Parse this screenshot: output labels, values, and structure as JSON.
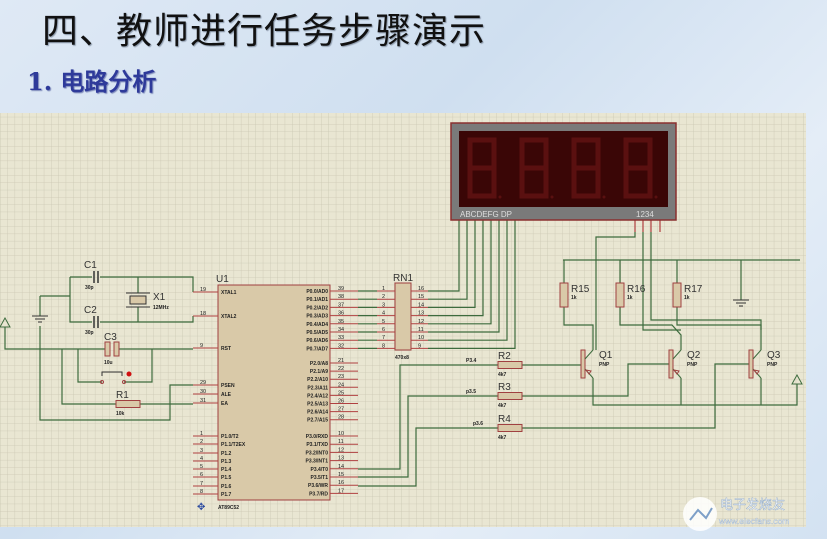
{
  "slide": {
    "title": "四、教师进行任务步骤演示",
    "subtitle": "1. 电路分析"
  },
  "colors": {
    "schematic_bg": "#e9e6d2",
    "grid": "#cbc7b3",
    "wire": "#3d6b3d",
    "pin": "#b04040",
    "component_fill": "#d9c9a8",
    "display_body": "#7a7a7a",
    "display_face": "#3a0606",
    "segment_off": "#5a1010",
    "subtitle": "#2e3a9a"
  },
  "mcu": {
    "ref": "U1",
    "part": "AT89C52",
    "left_pins": [
      {
        "num": "19",
        "name": "XTAL1"
      },
      {
        "num": "18",
        "name": "XTAL2"
      },
      {
        "num": "9",
        "name": "RST"
      },
      {
        "num": "29",
        "name": "PSEN"
      },
      {
        "num": "30",
        "name": "ALE"
      },
      {
        "num": "31",
        "name": "EA"
      },
      {
        "num": "1",
        "name": "P1.0/T2"
      },
      {
        "num": "2",
        "name": "P1.1/T2EX"
      },
      {
        "num": "3",
        "name": "P1.2"
      },
      {
        "num": "4",
        "name": "P1.3"
      },
      {
        "num": "5",
        "name": "P1.4"
      },
      {
        "num": "6",
        "name": "P1.5"
      },
      {
        "num": "7",
        "name": "P1.6"
      },
      {
        "num": "8",
        "name": "P1.7"
      }
    ],
    "right_pins": [
      {
        "num": "39",
        "name": "P0.0/AD0"
      },
      {
        "num": "38",
        "name": "P0.1/AD1"
      },
      {
        "num": "37",
        "name": "P0.2/AD2"
      },
      {
        "num": "36",
        "name": "P0.3/AD3"
      },
      {
        "num": "35",
        "name": "P0.4/AD4"
      },
      {
        "num": "34",
        "name": "P0.5/AD5"
      },
      {
        "num": "33",
        "name": "P0.6/AD6"
      },
      {
        "num": "32",
        "name": "P0.7/AD7"
      },
      {
        "num": "21",
        "name": "P2.0/A8"
      },
      {
        "num": "22",
        "name": "P2.1/A9"
      },
      {
        "num": "23",
        "name": "P2.2/A10"
      },
      {
        "num": "24",
        "name": "P2.3/A11"
      },
      {
        "num": "25",
        "name": "P2.4/A12"
      },
      {
        "num": "26",
        "name": "P2.5/A13"
      },
      {
        "num": "27",
        "name": "P2.6/A14"
      },
      {
        "num": "28",
        "name": "P2.7/A15"
      },
      {
        "num": "10",
        "name": "P3.0/RXD"
      },
      {
        "num": "11",
        "name": "P3.1/TXD"
      },
      {
        "num": "12",
        "name": "P3.2/INT0"
      },
      {
        "num": "13",
        "name": "P3.3/INT1"
      },
      {
        "num": "14",
        "name": "P3.4/T0"
      },
      {
        "num": "15",
        "name": "P3.5/T1"
      },
      {
        "num": "16",
        "name": "P3.6/WR"
      },
      {
        "num": "17",
        "name": "P3.7/RD"
      }
    ]
  },
  "resnet": {
    "ref": "RN1",
    "value": "470x8",
    "left_pins": [
      "1",
      "2",
      "3",
      "4",
      "5",
      "6",
      "7",
      "8"
    ],
    "right_pins": [
      "16",
      "15",
      "14",
      "13",
      "12",
      "11",
      "10",
      "9"
    ]
  },
  "display": {
    "segment_label": "ABCDEFG DP",
    "digit_label": "1234",
    "digits_shown": "8888"
  },
  "components": {
    "c1": {
      "ref": "C1",
      "value": "30p"
    },
    "c2": {
      "ref": "C2",
      "value": "30p"
    },
    "c3": {
      "ref": "C3",
      "value": "10u"
    },
    "x1": {
      "ref": "X1",
      "value": "12MHz"
    },
    "r1": {
      "ref": "R1",
      "value": "10k"
    },
    "r2": {
      "ref": "R2",
      "value": "4k7",
      "net": "P3.4"
    },
    "r3": {
      "ref": "R3",
      "value": "4k7",
      "net": "p3.5"
    },
    "r4": {
      "ref": "R4",
      "value": "4k7",
      "net": "p3.6"
    },
    "r15": {
      "ref": "R15",
      "value": "1k"
    },
    "r16": {
      "ref": "R16",
      "value": "1k"
    },
    "r17": {
      "ref": "R17",
      "value": "1k"
    },
    "q1": {
      "ref": "Q1",
      "type": "PNP"
    },
    "q2": {
      "ref": "Q2",
      "type": "PNP"
    },
    "q3": {
      "ref": "Q3",
      "type": "PNP"
    }
  },
  "watermark": {
    "name": "电子发烧友",
    "url": "www.elecfans.com"
  }
}
